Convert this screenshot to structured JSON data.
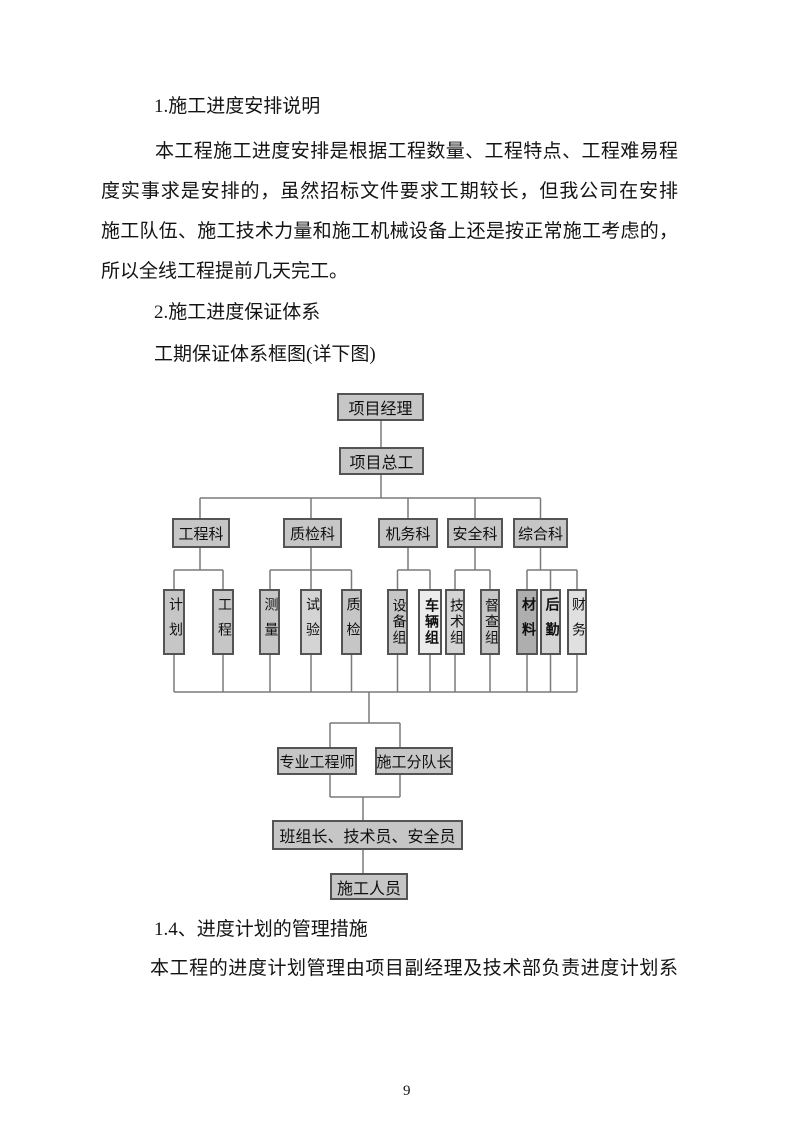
{
  "doc": {
    "heading_1": "1.施工进度安排说明",
    "para_1_lines": [
      "本工程施工进度安排是根据工程数量、工程特点、工程难易程",
      "度实事求是安排的，虽然招标文件要求工期较长，但我公司在安排",
      "施工队伍、施工技术力量和施工机械设备上还是按正常施工考虑的，",
      "所以全线工程提前几天完工。"
    ],
    "heading_2": "2.施工进度保证体系",
    "heading_2_sub": "工期保证体系框图(详下图)",
    "heading_3": "1.4、进度计划的管理措施",
    "para_2": "本工程的进度计划管理由项目副经理及技术部负责进度计划系",
    "page_number": "9"
  },
  "org_chart": {
    "root": "项目经理",
    "chief": "项目总工",
    "departments": [
      "工程科",
      "质检科",
      "机务科",
      "安全科",
      "综合科"
    ],
    "teams": [
      "计划",
      "工程",
      "测量",
      "试验",
      "质检",
      "设备组",
      "车辆组",
      "技术组",
      "督查组",
      "材料",
      "后勤",
      "财务"
    ],
    "hierarchy": {
      "项目经理": "项目总工",
      "项目总工": [
        "工程科",
        "质检科",
        "机务科",
        "安全科",
        "综合科"
      ],
      "工程科": [
        "计划",
        "工程"
      ],
      "质检科": [
        "测量",
        "试验",
        "质检"
      ],
      "机务科": [
        "设备组",
        "车辆组"
      ],
      "安全科": [
        "技术组",
        "督查组"
      ],
      "综合科": [
        "材料",
        "后勤",
        "财务"
      ]
    },
    "supervisors": [
      "专业工程师",
      "施工分队长"
    ],
    "crew_leaders": "班组长、技术员、安全员",
    "workers": "施工人员",
    "box_fill_color": "#c6c6c6",
    "box_border_color": "#545454",
    "connector_color": "#7a7a7a"
  }
}
